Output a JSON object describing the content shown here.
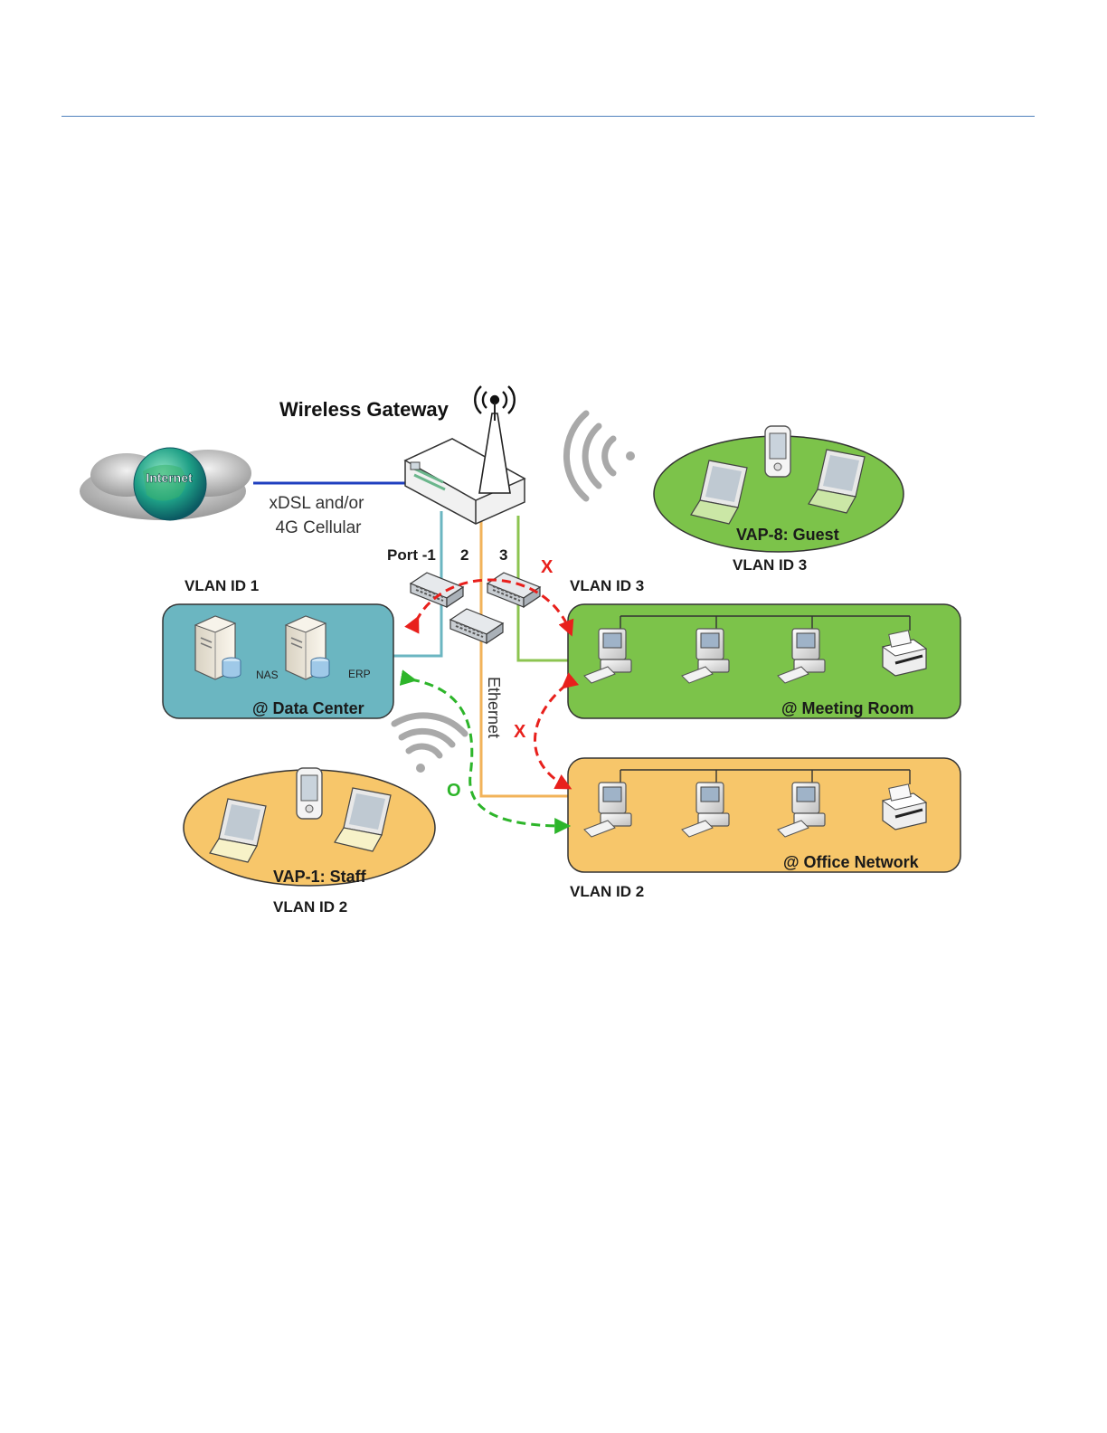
{
  "diagram": {
    "title": "Wireless Gateway",
    "internet_label": "Internet",
    "wan_label_line1": "xDSL and/or",
    "wan_label_line2": "4G Cellular",
    "ports": {
      "port1": "Port -1",
      "port2": "2",
      "port3": "3"
    },
    "ethernet_label": "Ethernet",
    "vlan_datacenter": "VLAN ID 1",
    "vlan_meeting": "VLAN ID 3",
    "vlan_office": "VLAN ID 2",
    "vlan_guest": "VLAN ID 3",
    "vlan_staff": "VLAN ID 2",
    "datacenter": {
      "name": "@ Data Center",
      "server1": "NAS",
      "server2": "ERP"
    },
    "meeting_room": {
      "name": "@ Meeting Room"
    },
    "office_network": {
      "name": "@ Office Network"
    },
    "guest_ssid": "VAP-8: Guest",
    "staff_ssid": "VAP-1: Staff",
    "blocked_mark_1": "X",
    "blocked_mark_2": "X",
    "allowed_mark": "O",
    "colors": {
      "datacenter_fill": "#6bb6c1",
      "meeting_fill": "#7cc34a",
      "office_fill": "#f7c66a",
      "blocked_arrow": "#e8201c",
      "allowed_arrow": "#2db52a",
      "wan_line": "#1f3fbf",
      "port1_line": "#6bb6c1",
      "port2_line": "#f2b35a",
      "port3_line": "#8cc450"
    }
  }
}
